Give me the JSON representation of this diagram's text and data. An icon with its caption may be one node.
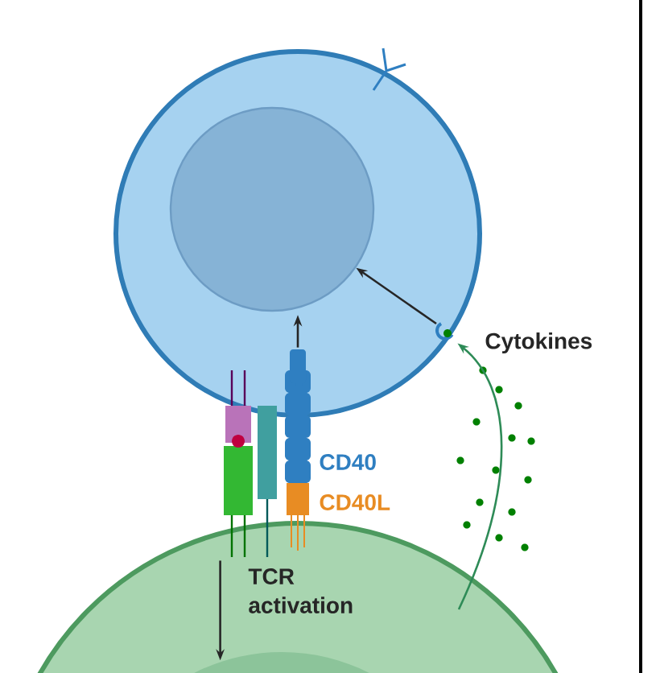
{
  "diagram": {
    "nodes": [
      {
        "text": [],
        "shape": "circle"
      },
      {
        "text": [],
        "shape": "circle",
        "in": 0
      },
      {
        "text": [],
        "shape": "picture",
        "in": 0
      },
      {
        "text": [],
        "shape": "picture"
      },
      {
        "text": [],
        "shape": "picture"
      },
      {
        "text": [],
        "shape": "circle"
      }
    ],
    "edges": [
      {
        "from": 4,
        "to": 1,
        "arrow": "to"
      },
      {
        "from": 2,
        "to": 1,
        "arrow": "to"
      },
      {
        "from": 5,
        "to": 2,
        "arrow": "to",
        "color": "#2e8b57"
      },
      {
        "from": 3,
        "to": 5,
        "arrow": "to"
      }
    ],
    "labels": [
      "Cytokines",
      "CD40",
      "CD40L",
      "TCR activation"
    ]
  }
}
